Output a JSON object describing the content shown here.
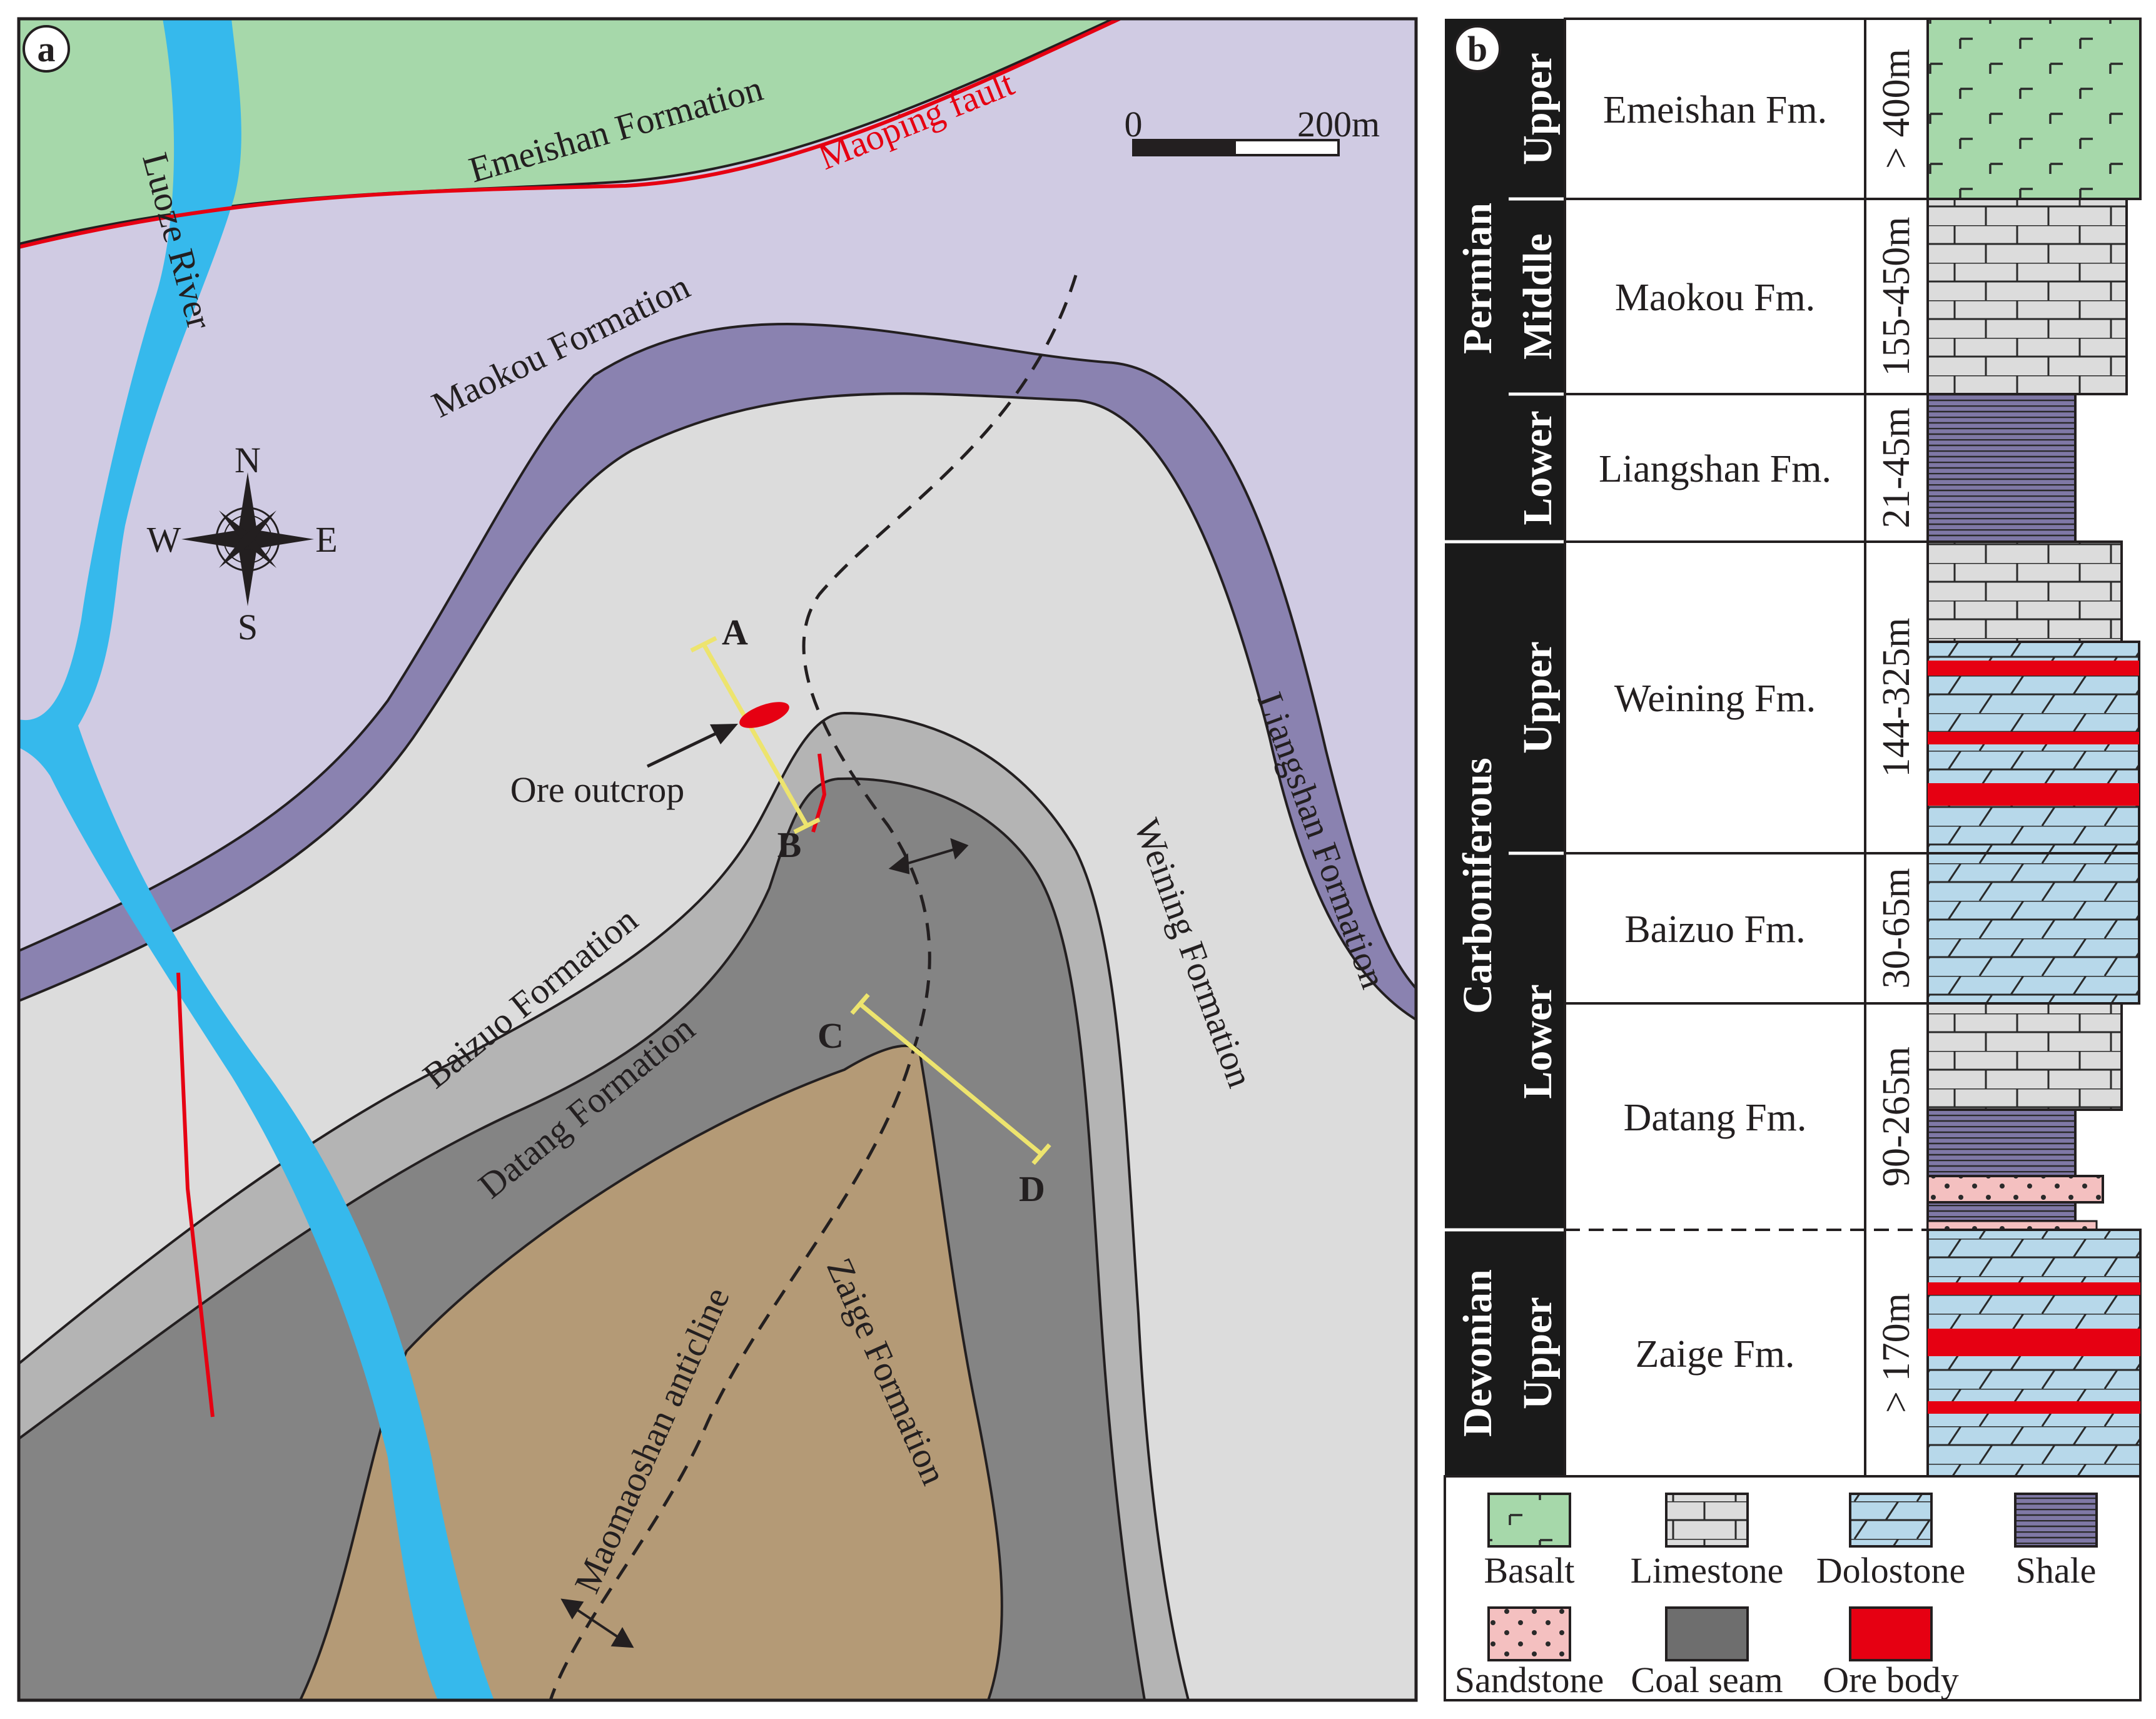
{
  "panel_a": {
    "label": "a",
    "scale": {
      "start": "0",
      "end": "200m"
    },
    "compass": {
      "n": "N",
      "s": "S",
      "e": "E",
      "w": "W"
    },
    "labels": {
      "emeishan": "Emeishan Formation",
      "maoping_fault": "Maoping fault",
      "luoze_river": "Luoze River",
      "maokou": "Maokou Formation",
      "liangshan": "Liangshan Formation",
      "weining": "Weining Formation",
      "baizuo": "Baizuo Formation",
      "datang": "Datang Formation",
      "zaige": "Zaige Formation",
      "anticline": "Maomaoshan anticline",
      "ore_outcrop": "Ore outcrop"
    },
    "section_points": {
      "a": "A",
      "b": "B",
      "c": "C",
      "d": "D"
    },
    "colors": {
      "emeishan": "#a6d8aa",
      "maokou": "#d0cbe3",
      "liangshan": "#8a82b0",
      "weining": "#dcdcdc",
      "baizuo": "#b4b4b4",
      "datang": "#848484",
      "zaige": "#b49a76",
      "river": "#36b9ec",
      "fault": "#e60012",
      "section": "#ede46e",
      "ore": "#e60012"
    }
  },
  "panel_b": {
    "label": "b",
    "systems": {
      "permian": "Permian",
      "carboniferous": "Carboniferous",
      "devonian": "Devonian"
    },
    "rows": [
      {
        "series": "Upper",
        "formation": "Emeishan Fm.",
        "thickness": "> 400m"
      },
      {
        "series": "Middle",
        "formation": "Maokou Fm.",
        "thickness": "155-450m"
      },
      {
        "series": "Lower",
        "formation": "Liangshan Fm.",
        "thickness": "21-45m"
      },
      {
        "series": "Upper",
        "formation": "Weining Fm.",
        "thickness": "144-325m"
      },
      {
        "series": "Lower",
        "formation": "Baizuo Fm.",
        "thickness": "30-65m"
      },
      {
        "series": "",
        "formation": "Datang Fm.",
        "thickness": "90-265m"
      },
      {
        "series": "Upper",
        "formation": "Zaige Fm.",
        "thickness": "> 170m"
      }
    ],
    "legend": [
      {
        "name": "Basalt",
        "icon": "basalt-swatch"
      },
      {
        "name": "Limestone",
        "icon": "limestone-swatch"
      },
      {
        "name": "Dolostone",
        "icon": "dolostone-swatch"
      },
      {
        "name": "Shale",
        "icon": "shale-swatch"
      },
      {
        "name": "Sandstone",
        "icon": "sandstone-swatch"
      },
      {
        "name": "Coal seam",
        "icon": "coal-swatch"
      },
      {
        "name": "Ore body",
        "icon": "ore-swatch"
      }
    ],
    "colors": {
      "basalt": "#a6d8aa",
      "limestone": "#dcdcdc",
      "dolostone": "#b7d8ea",
      "shale": "#7f78a6",
      "sandstone": "#f4c0c0",
      "coal": "#6e6e6e",
      "ore": "#e60012",
      "band": "#1a1a1a"
    }
  }
}
